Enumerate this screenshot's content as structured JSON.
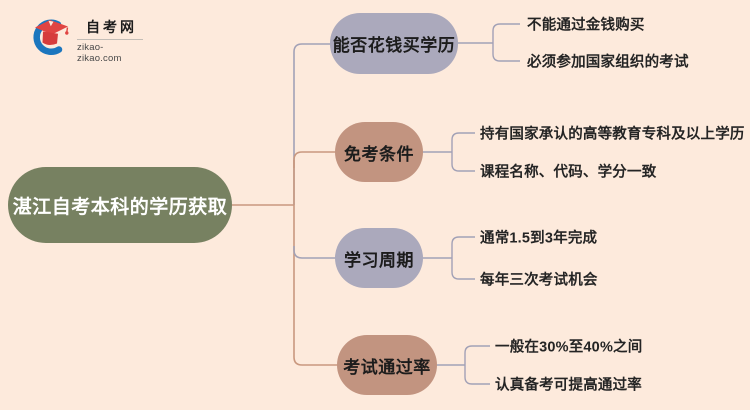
{
  "logo": {
    "title": "自考网",
    "domain": "zikao-zikao.com",
    "icon": "graduation-cap-with-blue-crescent"
  },
  "root": {
    "label": "湛江自考本科的学历获取"
  },
  "branches": [
    {
      "label": "能否花钱买学历",
      "color": "#ABA9BC",
      "children": [
        "不能通过金钱购买",
        "必须参加国家组织的考试"
      ]
    },
    {
      "label": "免考条件",
      "color": "#C29480",
      "children": [
        "持有国家承认的高等教育专科及以上学历",
        "课程名称、代码、学分一致"
      ]
    },
    {
      "label": "学习周期",
      "color": "#ABA9BC",
      "children": [
        "通常1.5到3年完成",
        "每年三次考试机会"
      ]
    },
    {
      "label": "考试通过率",
      "color": "#C29480",
      "children": [
        "一般在30%至40%之间",
        "认真备考可提高通过率"
      ]
    }
  ],
  "colors": {
    "background": "#FDEADC",
    "root_node": "#778161",
    "branch_lavender": "#ABA9BC",
    "branch_tan": "#C29480",
    "line_gray": "#A2A1B6",
    "line_tan": "#C9987F",
    "root_text": "#FFFFFF",
    "node_text": "#1C1C1C",
    "logo_blue": "#1B76BE",
    "logo_red": "#E04442"
  }
}
